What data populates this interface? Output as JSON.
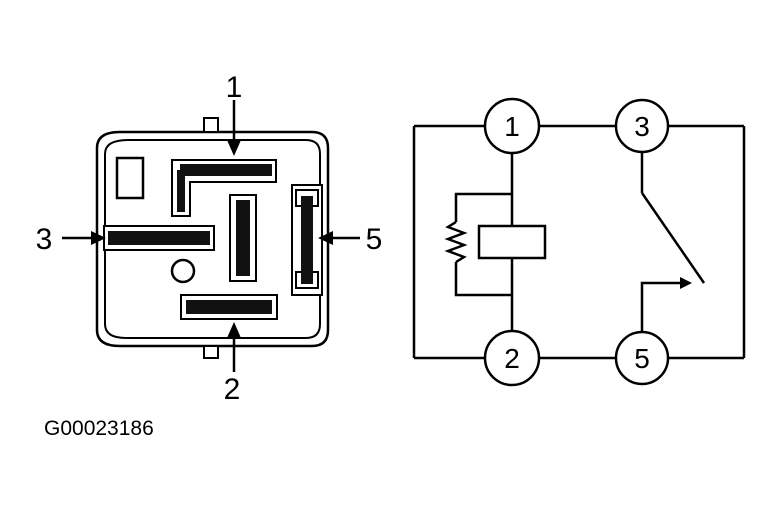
{
  "relay_view": {
    "pin_labels": [
      "1",
      "2",
      "3",
      "5"
    ]
  },
  "schematic": {
    "terminals": [
      "1",
      "3",
      "2",
      "5"
    ]
  },
  "figure_id": "G00023186",
  "colors": {
    "ink": "#000000",
    "paper": "#ffffff"
  }
}
